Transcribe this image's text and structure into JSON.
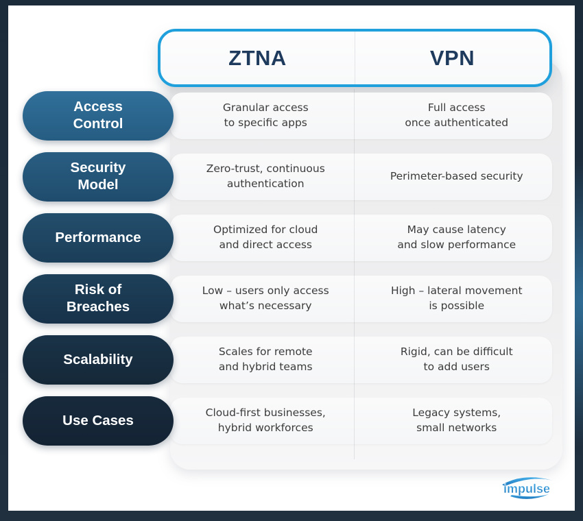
{
  "colors": {
    "frame_navy": "#20303F",
    "frame_highlight_blue": "#2F6C95",
    "header_border_cyan": "#1FA0DC",
    "header_text_navy": "#1E3A5C",
    "cell_bg": "#F7F7F8",
    "cell_text": "#3B3B3B",
    "pill_text": "#FFFFFF",
    "logo_blue": "#1B75BC"
  },
  "header": {
    "columns": [
      "ZTNA",
      "VPN"
    ]
  },
  "rows": [
    {
      "label": "Access\nControl",
      "ztna": "Granular access\nto specific apps",
      "vpn": "Full access\nonce authenticated",
      "pill_gradient": [
        "#30709A",
        "#265C82"
      ]
    },
    {
      "label": "Security\nModel",
      "ztna": "Zero-trust, continuous\nauthentication",
      "vpn": "Perimeter-based security",
      "pill_gradient": [
        "#295E82",
        "#1F4C6D"
      ]
    },
    {
      "label": "Performance",
      "ztna": "Optimized for cloud\nand direct access",
      "vpn": "May cause latency\nand slow performance",
      "pill_gradient": [
        "#234E6C",
        "#1B3E59"
      ]
    },
    {
      "label": "Risk of\nBreaches",
      "ztna": "Low – users only access\nwhat’s necessary",
      "vpn": "High – lateral movement\nis possible",
      "pill_gradient": [
        "#1E4059",
        "#17324A"
      ]
    },
    {
      "label": "Scalability",
      "ztna": "Scales for remote\nand hybrid teams",
      "vpn": "Rigid, can be difficult\nto add users",
      "pill_gradient": [
        "#1A3348",
        "#152838"
      ]
    },
    {
      "label": "Use Cases",
      "ztna": "Cloud-first businesses,\nhybrid workforces",
      "vpn": "Legacy systems,\nsmall networks",
      "pill_gradient": [
        "#172A3C",
        "#142334"
      ]
    }
  ],
  "logo": {
    "text": "impulse"
  }
}
